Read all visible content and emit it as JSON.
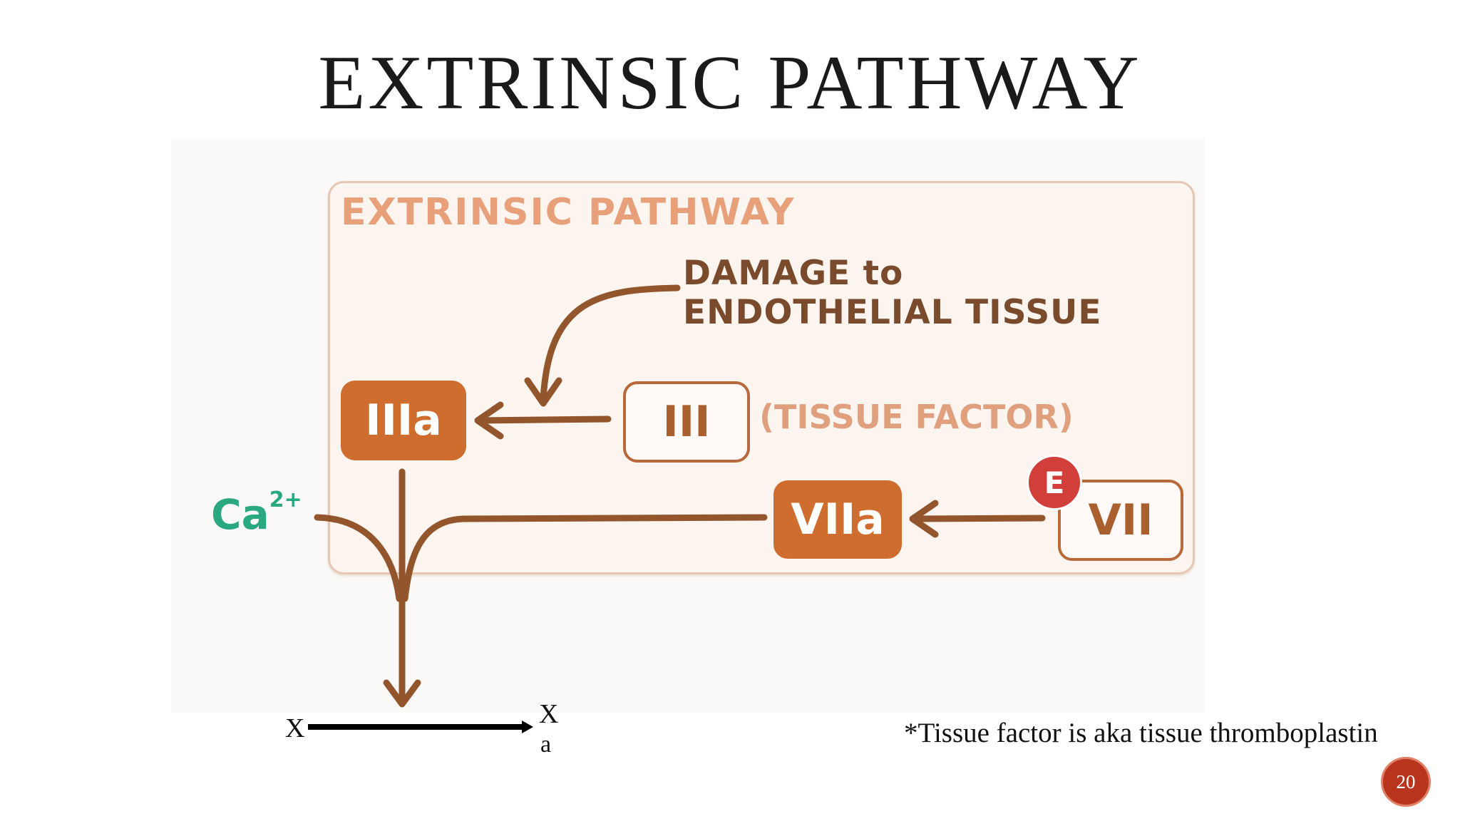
{
  "slide": {
    "title": "EXTRINSIC PATHWAY",
    "footnote": "*Tissue factor is aka tissue thromboplastin",
    "page_number": "20"
  },
  "diagram": {
    "panel_title": "EXTRINSIC PATHWAY",
    "damage_line1": "DAMAGE to",
    "damage_line2": "ENDOTHELIAL TISSUE",
    "factor_3a": "IIIa",
    "factor_3": "III",
    "tissue_factor_label": "(TISSUE FACTOR)",
    "factor_7a": "VIIa",
    "factor_7": "VII",
    "enzyme_badge": "E",
    "calcium": "Ca",
    "calcium_charge": "2+"
  },
  "reaction": {
    "substrate": "X",
    "product_line1": "X",
    "product_line2": "a"
  },
  "colors": {
    "filled_box": "#cf6d2e",
    "arrow_brown": "#93552c",
    "calcium_green": "#2aa882",
    "enzyme_red": "#d23e3a",
    "page_badge": "#b8341d"
  }
}
